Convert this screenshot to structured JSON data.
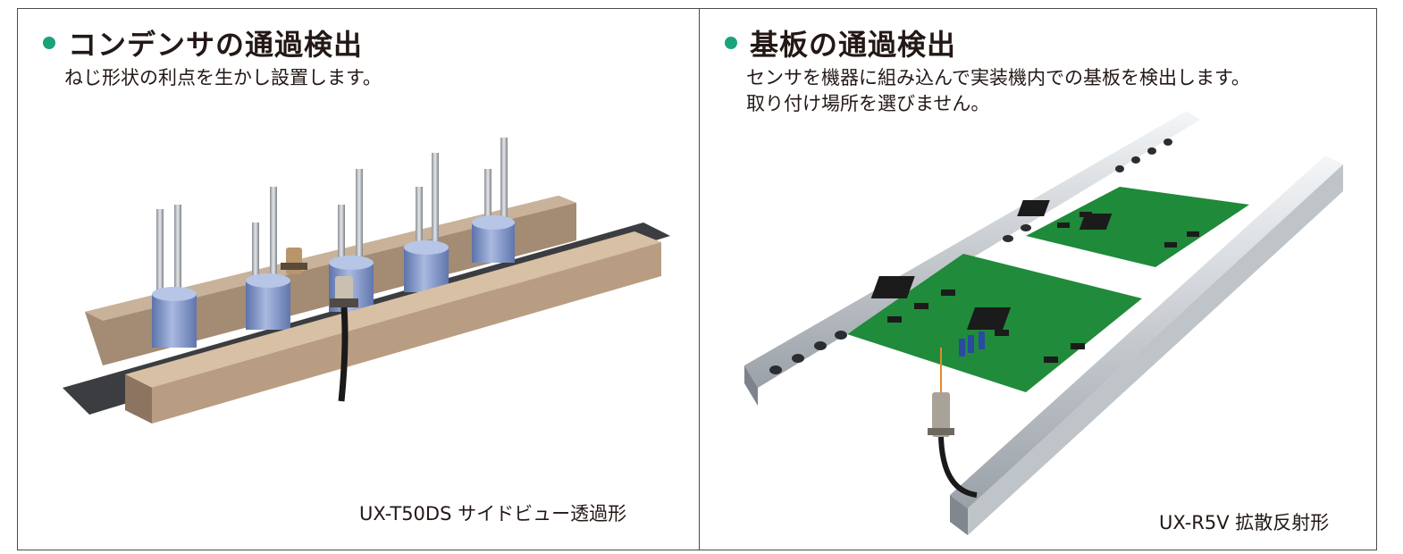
{
  "left_panel": {
    "title": "コンデンサの通過検出",
    "description": "ねじ形状の利点を生かし設置します。",
    "caption": "UX-T50DS サイドビュー透過形",
    "colors": {
      "accent_bullet": "#1aa37a",
      "rail": "#b89f86",
      "capacitor": "#7f96c8"
    }
  },
  "right_panel": {
    "title": "基板の通過検出",
    "description_lines": [
      "センサを機器に組み込んで実装機内での基板を検出します。",
      "取り付け場所を選びません。"
    ],
    "caption": "UX-R5V 拡散反射形",
    "colors": {
      "board": "#1f8a3a",
      "rail": "#d9dde1"
    }
  }
}
